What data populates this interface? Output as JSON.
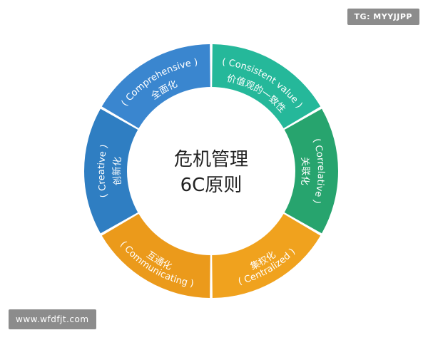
{
  "center": {
    "line1": "危机管理",
    "line2": "6C原则"
  },
  "segments": [
    {
      "id": "comprehensive",
      "en": "( Comprehensive )",
      "zh": "全面化",
      "color": "#3a86cf"
    },
    {
      "id": "consistent",
      "en": "( Consistent value )",
      "zh": "价值观的一致性",
      "color": "#25b89a"
    },
    {
      "id": "correlative",
      "en": "( Correlative )",
      "zh": "关联化",
      "color": "#27a46e"
    },
    {
      "id": "centralized",
      "en": "( Centralized )",
      "zh": "集权化",
      "color": "#f0a21e"
    },
    {
      "id": "communicating",
      "en": "( Communicating )",
      "zh": "互通化",
      "color": "#eb9a1b"
    },
    {
      "id": "creative",
      "en": "( Creative )",
      "zh": "创新化",
      "color": "#2f7ec2"
    }
  ],
  "watermarks": {
    "tg": "TG: MYYJJPP",
    "site": "www.wfdfjt.com"
  }
}
